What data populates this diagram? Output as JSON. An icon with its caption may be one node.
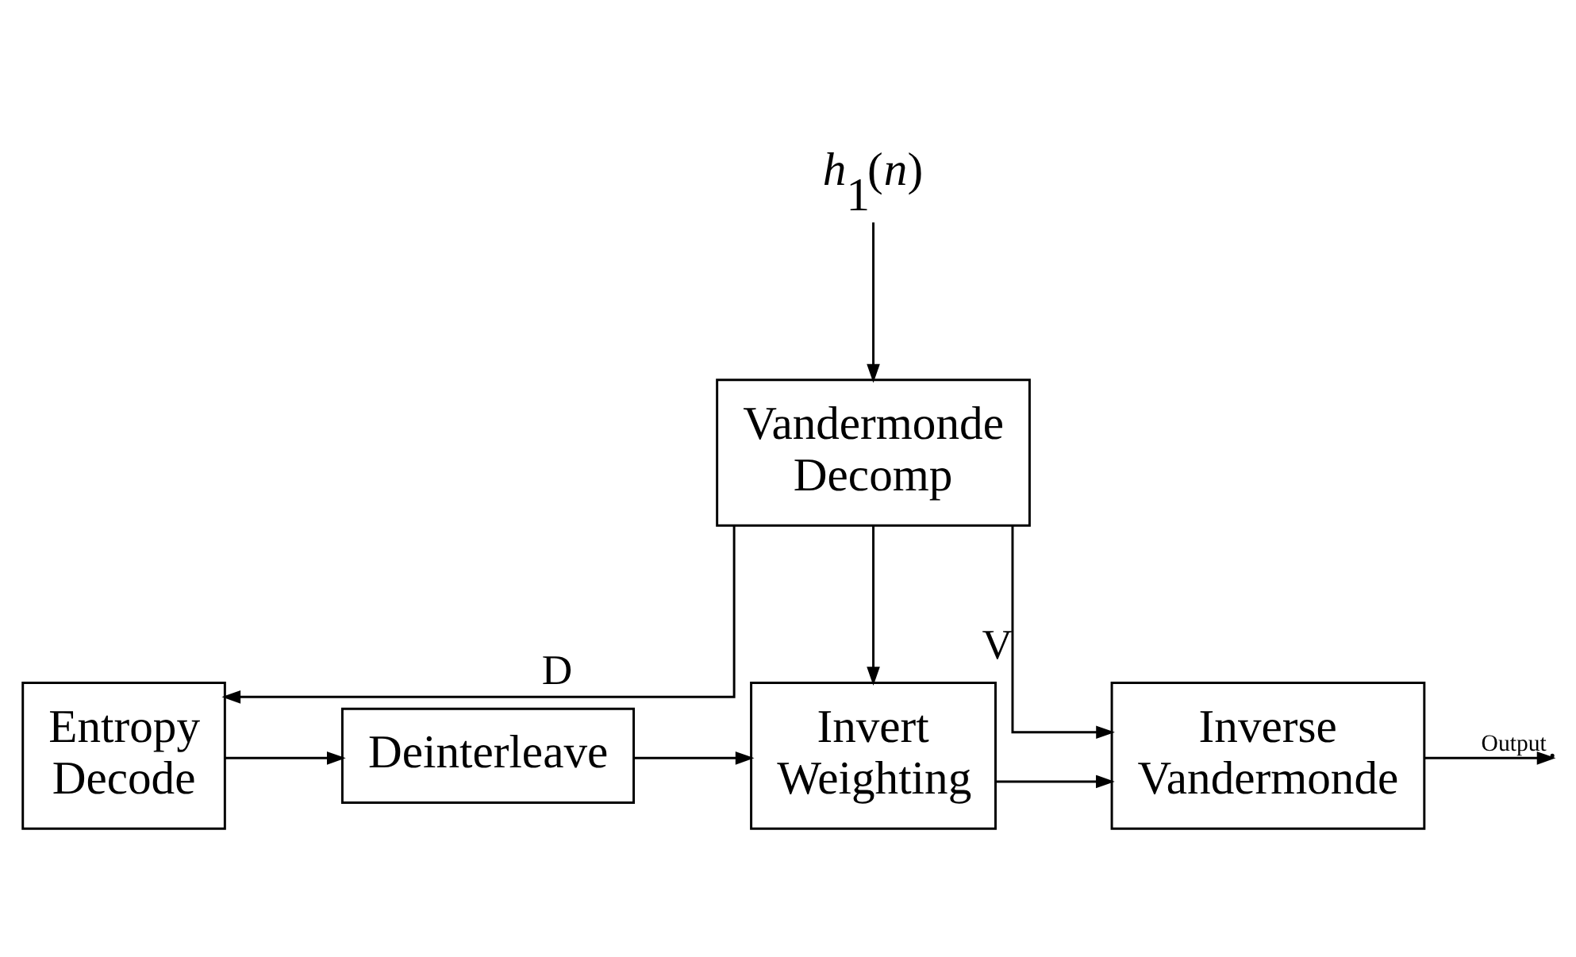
{
  "diagram": {
    "nodes": [
      {
        "text": [
          "*h*$_{1}$(*n*)"
        ]
      },
      {
        "text": [
          "Vandermonde Decomp"
        ]
      },
      {
        "text": [
          "Entropy Decode"
        ]
      },
      {
        "text": [
          "Deinterleave"
        ]
      },
      {
        "text": [
          "Invert Weighting"
        ]
      },
      {
        "text": [
          "Inverse Vandermonde"
        ]
      }
    ],
    "edges": [
      {
        "from": 0,
        "to": 1,
        "arrow": "to"
      },
      {
        "from": 1,
        "to": 5,
        "arrow": "to",
        "label": "V"
      },
      {
        "from": 1,
        "to": 2,
        "arrow": "to",
        "label": "D"
      },
      {
        "from": 1,
        "to": 4,
        "arrow": "to"
      },
      {
        "from": 2,
        "to": 3,
        "arrow": "to"
      },
      {
        "from": 3,
        "to": 4,
        "arrow": "to"
      },
      {
        "from": 4,
        "to": 5,
        "arrow": "to"
      },
      {
        "from": 5,
        "to": null,
        "arrow": "to",
        "label": "Output"
      }
    ]
  }
}
